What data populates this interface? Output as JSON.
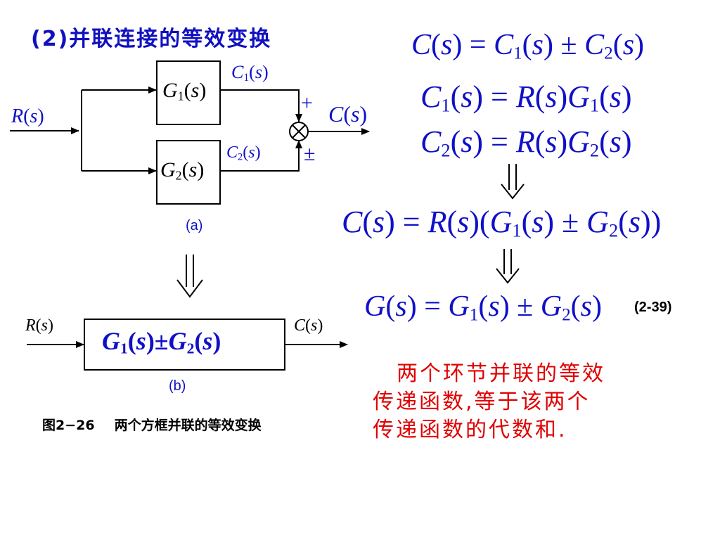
{
  "title": "(2)并联连接的等效变换",
  "diagram_a": {
    "input": "R(s)",
    "block1": "G1(s)",
    "block2": "G2(s)",
    "out1": "C1(s)",
    "out2": "C2(s)",
    "sign_top": "+",
    "sign_bottom": "±",
    "output": "C(s)",
    "label": "(a)"
  },
  "diagram_b": {
    "input": "R(s)",
    "block": "G1(s)±G2(s)",
    "output": "C(s)",
    "label": "(b)"
  },
  "equations": [
    "C(s) = C1(s) ± C2(s)",
    "C1(s) = R(s)G1(s)",
    "C2(s) = R(s)G2(s)",
    "C(s) = R(s)(G1(s) ± G2(s))",
    "G(s) = G1(s) ± G2(s)"
  ],
  "equation_tag": "(2-39)",
  "note_lines": [
    "两个环节并联的等效",
    "传递函数,等于该两个",
    "传递函数的代数和."
  ],
  "caption": {
    "number": "图2−26",
    "text": "两个方框并联的等效变换"
  },
  "colors": {
    "title": "#1010c0",
    "math": "#1010c8",
    "note": "#e00000",
    "lines": "#000000"
  }
}
